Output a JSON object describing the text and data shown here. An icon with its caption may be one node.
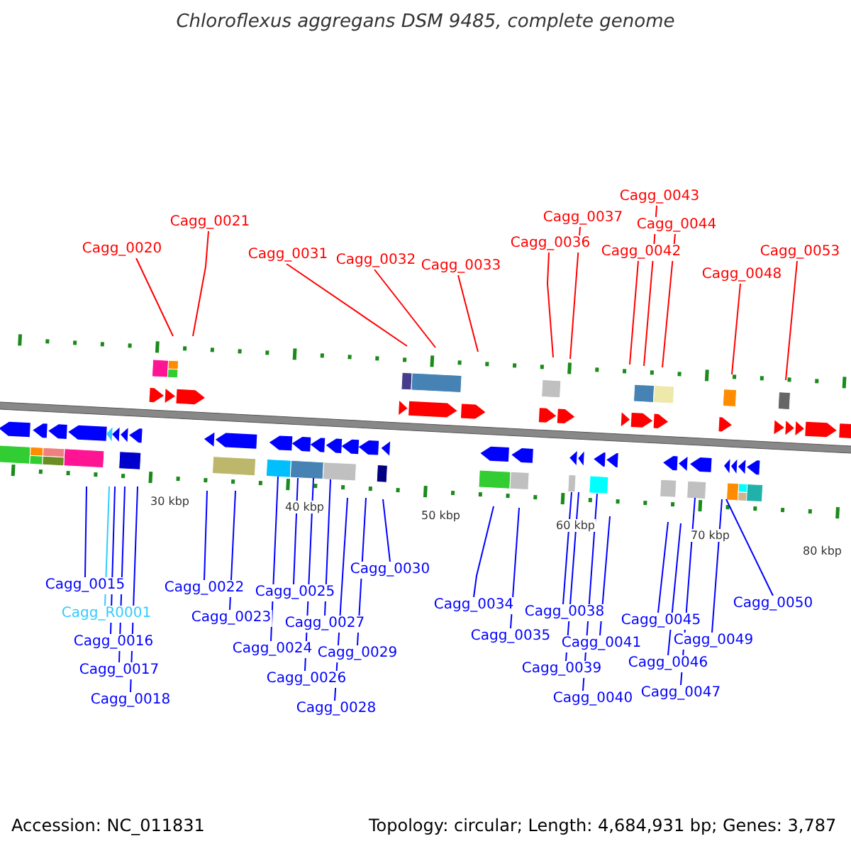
{
  "diagram": {
    "title": "Chloroflexus aggregans DSM 9485, complete genome",
    "nodes": [
      {
        "text": [
          "Cagg_0020"
        ]
      },
      {
        "text": [
          "Cagg_0021"
        ]
      },
      {
        "text": [
          "Cagg_0031"
        ]
      },
      {
        "text": [
          "Cagg_0032"
        ]
      },
      {
        "text": [
          "Cagg_0033"
        ]
      },
      {
        "text": [
          "Cagg_0036"
        ]
      },
      {
        "text": [
          "Cagg_0037"
        ]
      },
      {
        "text": [
          "Cagg_0042"
        ]
      },
      {
        "text": [
          "Cagg_0043"
        ]
      },
      {
        "text": [
          "Cagg_0044"
        ]
      },
      {
        "text": [
          "Cagg_0048"
        ]
      },
      {
        "text": [
          "Cagg_0053"
        ]
      },
      {
        "text": [
          "Cagg_0015"
        ]
      },
      {
        "text": [
          "Cagg_R0001"
        ]
      },
      {
        "text": [
          "Cagg_0016"
        ]
      },
      {
        "text": [
          "Cagg_0017"
        ]
      },
      {
        "text": [
          "Cagg_0018"
        ]
      },
      {
        "text": [
          "Cagg_0022"
        ]
      },
      {
        "text": [
          "Cagg_0023"
        ]
      },
      {
        "text": [
          "Cagg_0024"
        ]
      },
      {
        "text": [
          "Cagg_0025"
        ]
      },
      {
        "text": [
          "Cagg_0026"
        ]
      },
      {
        "text": [
          "Cagg_0027"
        ]
      },
      {
        "text": [
          "Cagg_0028"
        ]
      },
      {
        "text": [
          "Cagg_0029"
        ]
      },
      {
        "text": [
          "Cagg_0030"
        ]
      },
      {
        "text": [
          "Cagg_0034"
        ]
      },
      {
        "text": [
          "Cagg_0035"
        ]
      },
      {
        "text": [
          "Cagg_0038"
        ]
      },
      {
        "text": [
          "Cagg_0039"
        ]
      },
      {
        "text": [
          "Cagg_0040"
        ]
      },
      {
        "text": [
          "Cagg_0041"
        ]
      },
      {
        "text": [
          "Cagg_0045"
        ]
      },
      {
        "text": [
          "Cagg_0046"
        ]
      },
      {
        "text": [
          "Cagg_0047"
        ]
      },
      {
        "text": [
          "Cagg_0049"
        ]
      },
      {
        "text": [
          "Cagg_0050"
        ]
      }
    ],
    "edges": [
      {
        "from": 0,
        "to": null,
        "arrow": "none",
        "color": "#ff0000"
      },
      {
        "from": 1,
        "to": null,
        "arrow": "none",
        "color": "#ff0000"
      },
      {
        "from": 2,
        "to": null,
        "arrow": "none",
        "color": "#ff0000"
      },
      {
        "from": 3,
        "to": null,
        "arrow": "none",
        "color": "#ff0000"
      },
      {
        "from": 4,
        "to": null,
        "arrow": "none",
        "color": "#ff0000"
      },
      {
        "from": 5,
        "to": null,
        "arrow": "none",
        "color": "#ff0000"
      },
      {
        "from": 6,
        "to": null,
        "arrow": "none",
        "color": "#ff0000"
      },
      {
        "from": 7,
        "to": null,
        "arrow": "none",
        "color": "#ff0000"
      },
      {
        "from": 8,
        "to": null,
        "arrow": "none",
        "color": "#ff0000"
      },
      {
        "from": 9,
        "to": null,
        "arrow": "none",
        "color": "#ff0000"
      },
      {
        "from": 10,
        "to": null,
        "arrow": "none",
        "color": "#ff0000"
      },
      {
        "from": 11,
        "to": null,
        "arrow": "none",
        "color": "#ff0000"
      },
      {
        "from": 12,
        "to": null,
        "arrow": "none"
      },
      {
        "from": 13,
        "to": null,
        "arrow": "none",
        "color": "#33ccff"
      },
      {
        "from": 14,
        "to": null,
        "arrow": "none"
      },
      {
        "from": 15,
        "to": null,
        "arrow": "none"
      },
      {
        "from": 16,
        "to": null,
        "arrow": "none"
      },
      {
        "from": 17,
        "to": null,
        "arrow": "none"
      },
      {
        "from": 18,
        "to": null,
        "arrow": "none"
      },
      {
        "from": 19,
        "to": null,
        "arrow": "none"
      },
      {
        "from": 20,
        "to": null,
        "arrow": "none"
      },
      {
        "from": 21,
        "to": null,
        "arrow": "none"
      },
      {
        "from": 22,
        "to": null,
        "arrow": "none"
      },
      {
        "from": 23,
        "to": null,
        "arrow": "none"
      },
      {
        "from": 24,
        "to": null,
        "arrow": "none"
      },
      {
        "from": 25,
        "to": null,
        "arrow": "none"
      },
      {
        "from": 26,
        "to": null,
        "arrow": "none"
      },
      {
        "from": 27,
        "to": null,
        "arrow": "none"
      },
      {
        "from": 28,
        "to": null,
        "arrow": "none"
      },
      {
        "from": 29,
        "to": null,
        "arrow": "none"
      },
      {
        "from": 30,
        "to": null,
        "arrow": "none"
      },
      {
        "from": 31,
        "to": null,
        "arrow": "none"
      },
      {
        "from": 32,
        "to": null,
        "arrow": "none"
      },
      {
        "from": 33,
        "to": null,
        "arrow": "none"
      },
      {
        "from": 34,
        "to": null,
        "arrow": "none"
      },
      {
        "from": 35,
        "to": null,
        "arrow": "none"
      },
      {
        "from": 36,
        "to": null,
        "arrow": "none"
      }
    ],
    "labels": [
      "30 kbp",
      "40 kbp",
      "50 kbp",
      "60 kbp",
      "70 kbp",
      "80 kbp",
      "Accession: NC_011831",
      "Topology: circular; Length: 4,684,931 bp; Genes: 3,787"
    ]
  }
}
